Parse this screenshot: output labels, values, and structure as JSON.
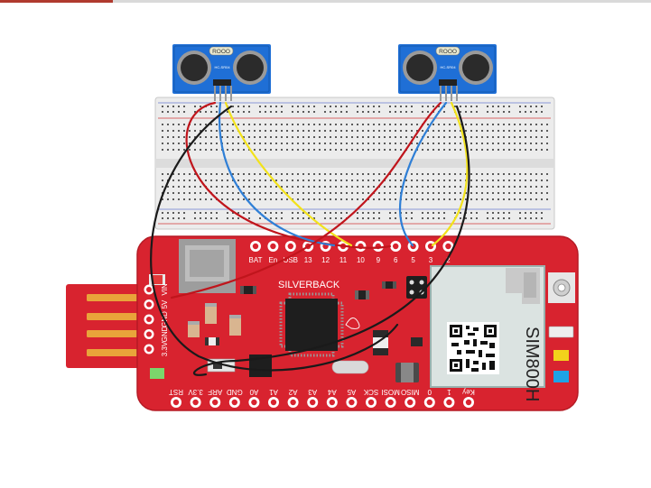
{
  "sensors": [
    {
      "module_label": "HC-SR04",
      "badge_text": "ROOO"
    },
    {
      "module_label": "HC-SR04",
      "badge_text": "ROOO"
    }
  ],
  "board": {
    "brand": "SILVERBACK",
    "gsm_module": "SIM800H",
    "top_header_pins": [
      "BAT",
      "En",
      "USB",
      "13",
      "12",
      "11",
      "10",
      "9",
      "6",
      "5",
      "3",
      "2"
    ],
    "bottom_header_pins": [
      "RST",
      "3.3V",
      "ARF",
      "GND",
      "A0",
      "A1",
      "A2",
      "A3",
      "A4",
      "A5",
      "SCK",
      "MOSI",
      "MISO",
      "0",
      "1",
      "Key"
    ],
    "left_header_pins": [
      "3.3V",
      "GND",
      "GND",
      "5V",
      "VIN"
    ]
  },
  "wires": {
    "colors": {
      "power": "#c0151c",
      "ground": "#1a1a1a",
      "trig": "#2f7fd6",
      "echo": "#f2e21a"
    }
  },
  "colors": {
    "board_red": "#d8232f",
    "board_dark": "#a8151f",
    "sensor_blue": "#1f6fd6",
    "breadboard": "#e9e9e9",
    "top_accent": "#b03a2e"
  }
}
